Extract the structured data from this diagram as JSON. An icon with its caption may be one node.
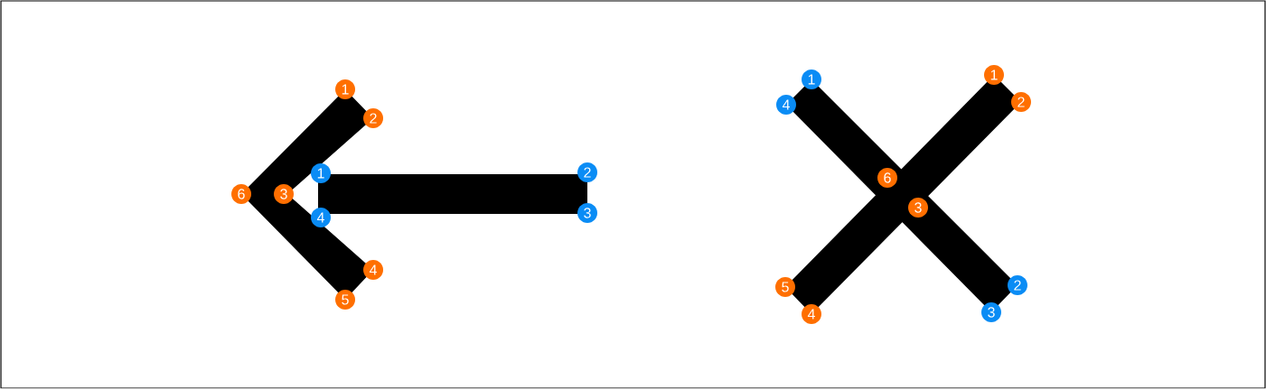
{
  "diagram": {
    "nodes": [
      {
        "text": [
          "1"
        ]
      },
      {
        "text": [
          "2"
        ]
      },
      {
        "text": [
          "1"
        ]
      },
      {
        "text": [
          "2"
        ]
      },
      {
        "text": [
          "6"
        ]
      },
      {
        "text": [
          "3"
        ]
      },
      {
        "text": [
          "3"
        ]
      },
      {
        "text": [
          "4"
        ]
      },
      {
        "text": [
          "4"
        ]
      },
      {
        "text": [
          "5"
        ]
      },
      {
        "text": [
          "1"
        ]
      },
      {
        "text": [
          "1"
        ]
      },
      {
        "text": [
          "2"
        ]
      },
      {
        "text": [
          "4"
        ]
      },
      {
        "text": [
          "6"
        ]
      },
      {
        "text": [
          "3"
        ]
      },
      {
        "text": [
          "2"
        ]
      },
      {
        "text": [
          "5"
        ]
      },
      {
        "text": [
          "3"
        ]
      },
      {
        "text": [
          "4"
        ]
      }
    ]
  }
}
